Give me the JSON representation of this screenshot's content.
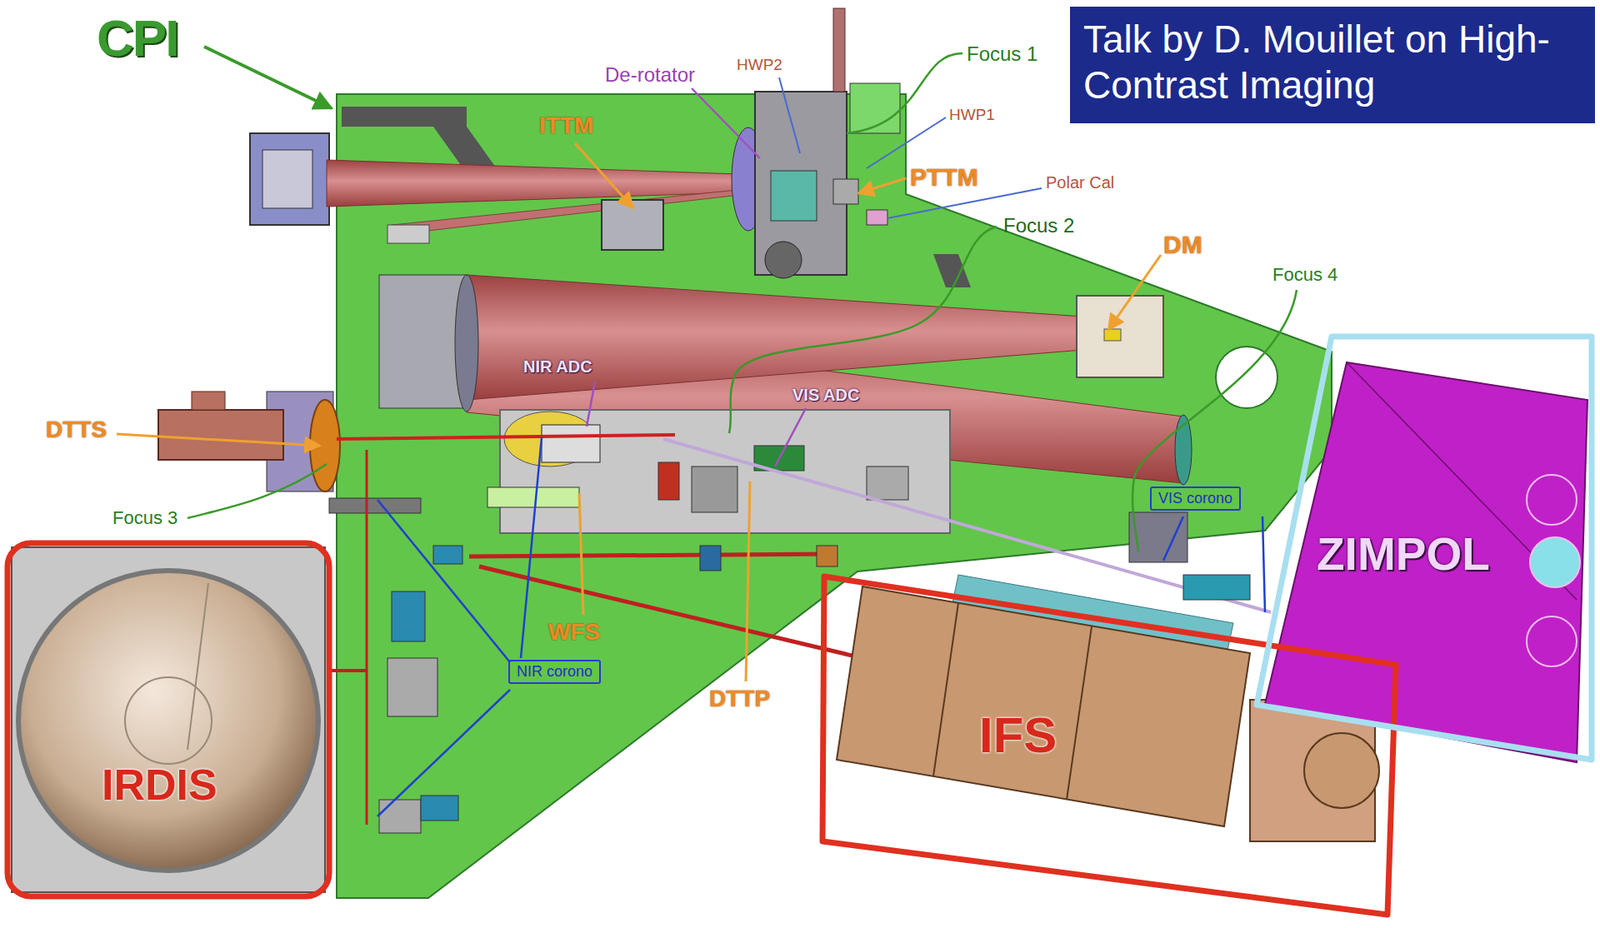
{
  "diagram": {
    "nodes": [
      {
        "text": [
          "Talk by D. Mouillet on High-Contrast Imaging"
        ]
      },
      {
        "text": [
          "VIS corono"
        ]
      },
      {
        "text": [
          "NIR corono"
        ]
      },
      {
        "text": [
          "IRDIS"
        ]
      },
      {
        "text": [
          "IFS"
        ]
      },
      {
        "text": [
          "ZIMPOL"
        ]
      }
    ],
    "labels": [
      "CPI",
      "De-rotator",
      "HWP2",
      "Focus 1",
      "HWP1",
      "ITTM",
      "PTTM",
      "Polar Cal",
      "Focus 2",
      "DM",
      "Focus 4",
      "NIR ADC",
      "VIS ADC",
      "DTTS",
      "Focus 3",
      "WFS",
      "DTTP"
    ]
  }
}
